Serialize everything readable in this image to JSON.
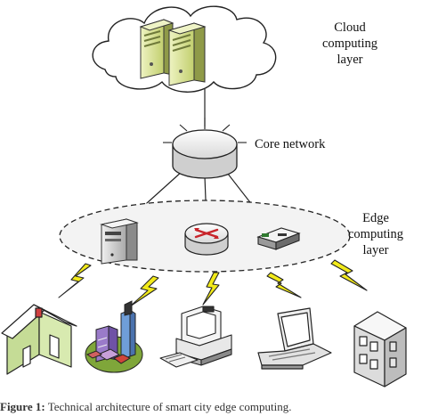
{
  "labels": {
    "cloud_layer": [
      "Cloud",
      "computing",
      "layer"
    ],
    "core_network": "Core network",
    "edge_layer": [
      "Edge",
      "computing",
      "layer"
    ]
  },
  "caption": {
    "prefix": "Figure 1:",
    "text": "Technical architecture of smart city edge computing."
  },
  "colors": {
    "server_green": "#d4de8a",
    "server_dark": "#6f7a3a",
    "lightning": "#f2ea1a",
    "house_wall": "#d2e6a8",
    "house_roof": "#ffffff",
    "city_purple": "#9a7bc9",
    "city_green": "#7fa63a",
    "router_red": "#c8242a",
    "edge_ellipse_fill": "#f3f3f3"
  },
  "icons": [
    "cloud-icon",
    "server-icon",
    "router-icon",
    "switch-icon",
    "house-icon",
    "city-icon",
    "desktop-computer-icon",
    "laptop-icon",
    "building-icon",
    "lightning-icon"
  ]
}
